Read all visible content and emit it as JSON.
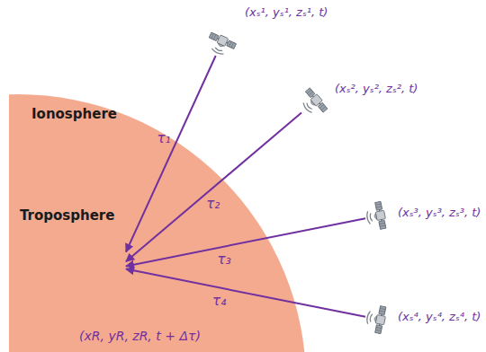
{
  "diagram": {
    "nodes": [
      {
        "text": [
          "Ionosphere"
        ]
      },
      {
        "text": [
          "Troposphere"
        ],
        "in": 0
      },
      {
        "text": [
          "(xR, yR, zR, t + Δτ)"
        ],
        "in": 1
      },
      {
        "text": [
          "(xₛ¹, yₛ¹, zₛ¹, t)"
        ]
      },
      {
        "text": [
          "(xₛ², yₛ², zₛ², t)"
        ]
      },
      {
        "text": [
          "(xₛ³, yₛ³, zₛ³, t)"
        ]
      },
      {
        "text": [
          "(xₛ⁴, yₛ⁴, zₛ⁴, t)"
        ]
      }
    ],
    "edges": [
      {
        "from": 3,
        "to": 2,
        "arrow": "to",
        "label": "τ₁"
      },
      {
        "from": 4,
        "to": 2,
        "arrow": "to",
        "label": "τ₂"
      },
      {
        "from": 5,
        "to": 2,
        "arrow": "to",
        "label": "τ₃"
      },
      {
        "from": 6,
        "to": 2,
        "arrow": "to",
        "label": "τ₄"
      }
    ]
  }
}
